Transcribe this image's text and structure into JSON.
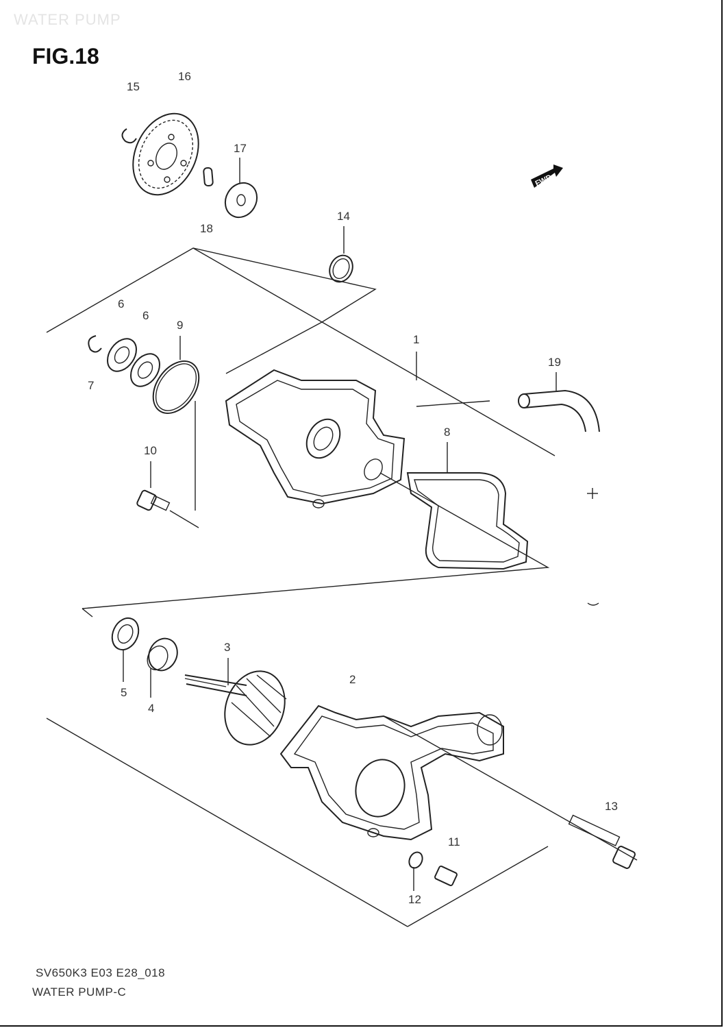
{
  "header": {
    "page_title": "WATER PUMP"
  },
  "figure": {
    "number": "FIG.18"
  },
  "fwd_marker": {
    "text": "FWD"
  },
  "callouts": [
    {
      "id": "c15",
      "text": "15"
    },
    {
      "id": "c16",
      "text": "16"
    },
    {
      "id": "c17",
      "text": "17"
    },
    {
      "id": "c18",
      "text": "18"
    },
    {
      "id": "c14",
      "text": "14"
    },
    {
      "id": "c6a",
      "text": "6"
    },
    {
      "id": "c6b",
      "text": "6"
    },
    {
      "id": "c9",
      "text": "9"
    },
    {
      "id": "c7",
      "text": "7"
    },
    {
      "id": "c1",
      "text": "1"
    },
    {
      "id": "c19",
      "text": "19"
    },
    {
      "id": "c8",
      "text": "8"
    },
    {
      "id": "c10",
      "text": "10"
    },
    {
      "id": "c3",
      "text": "3"
    },
    {
      "id": "c2",
      "text": "2"
    },
    {
      "id": "c5",
      "text": "5"
    },
    {
      "id": "c4",
      "text": "4"
    },
    {
      "id": "c13",
      "text": "13"
    },
    {
      "id": "c11",
      "text": "11"
    },
    {
      "id": "c12",
      "text": "12"
    }
  ],
  "footer": {
    "diagram_code": "SV650K3 E03 E28_018",
    "subtitle": "WATER PUMP-C"
  }
}
